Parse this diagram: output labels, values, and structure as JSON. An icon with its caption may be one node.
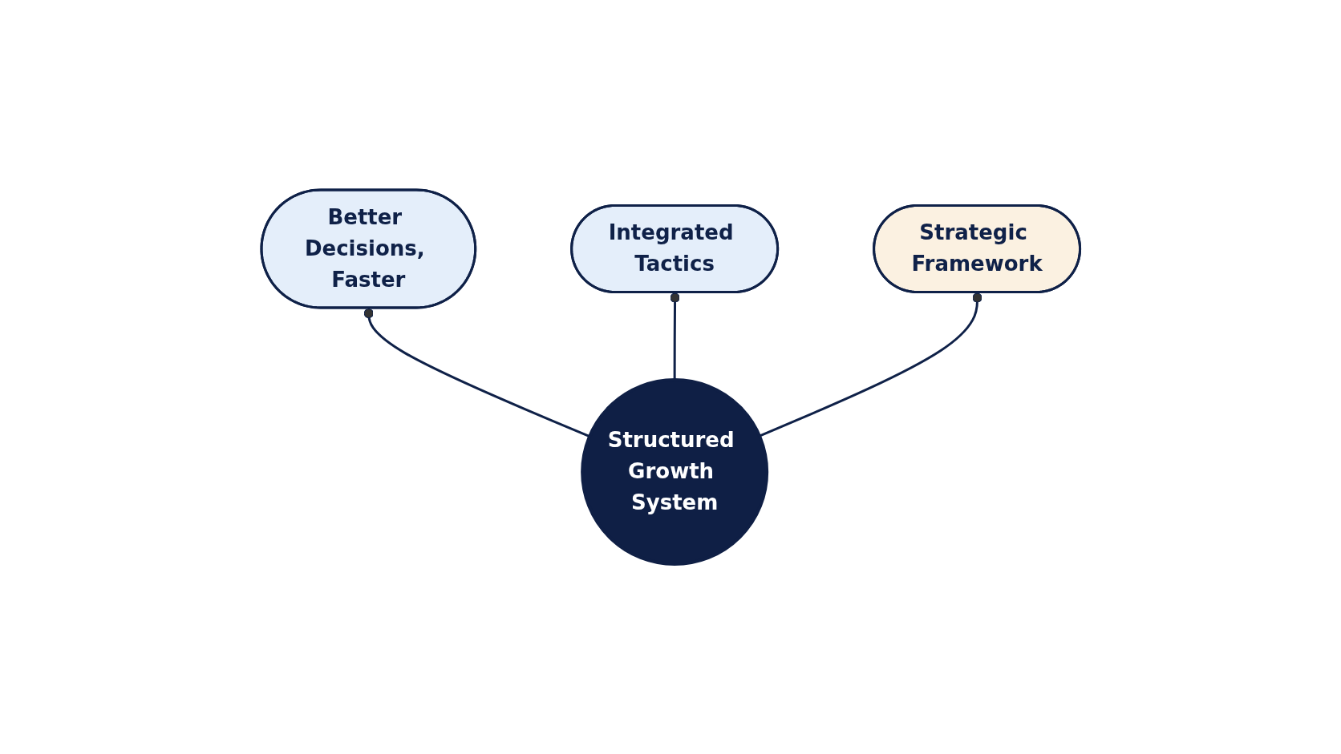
{
  "diagram": {
    "nodes": [
      {
        "text": [
          "Better Decisions, Faster"
        ]
      },
      {
        "text": [
          "Structured Growth System"
        ]
      },
      {
        "text": [
          "Integrated Tactics"
        ]
      },
      {
        "text": [
          "Strategic Framework"
        ]
      }
    ],
    "edges": [
      {
        "from": 1,
        "to": 0,
        "arrow": "other"
      },
      {
        "from": 1,
        "to": 2,
        "arrow": "other"
      },
      {
        "from": 1,
        "to": 3,
        "arrow": "other"
      }
    ]
  }
}
